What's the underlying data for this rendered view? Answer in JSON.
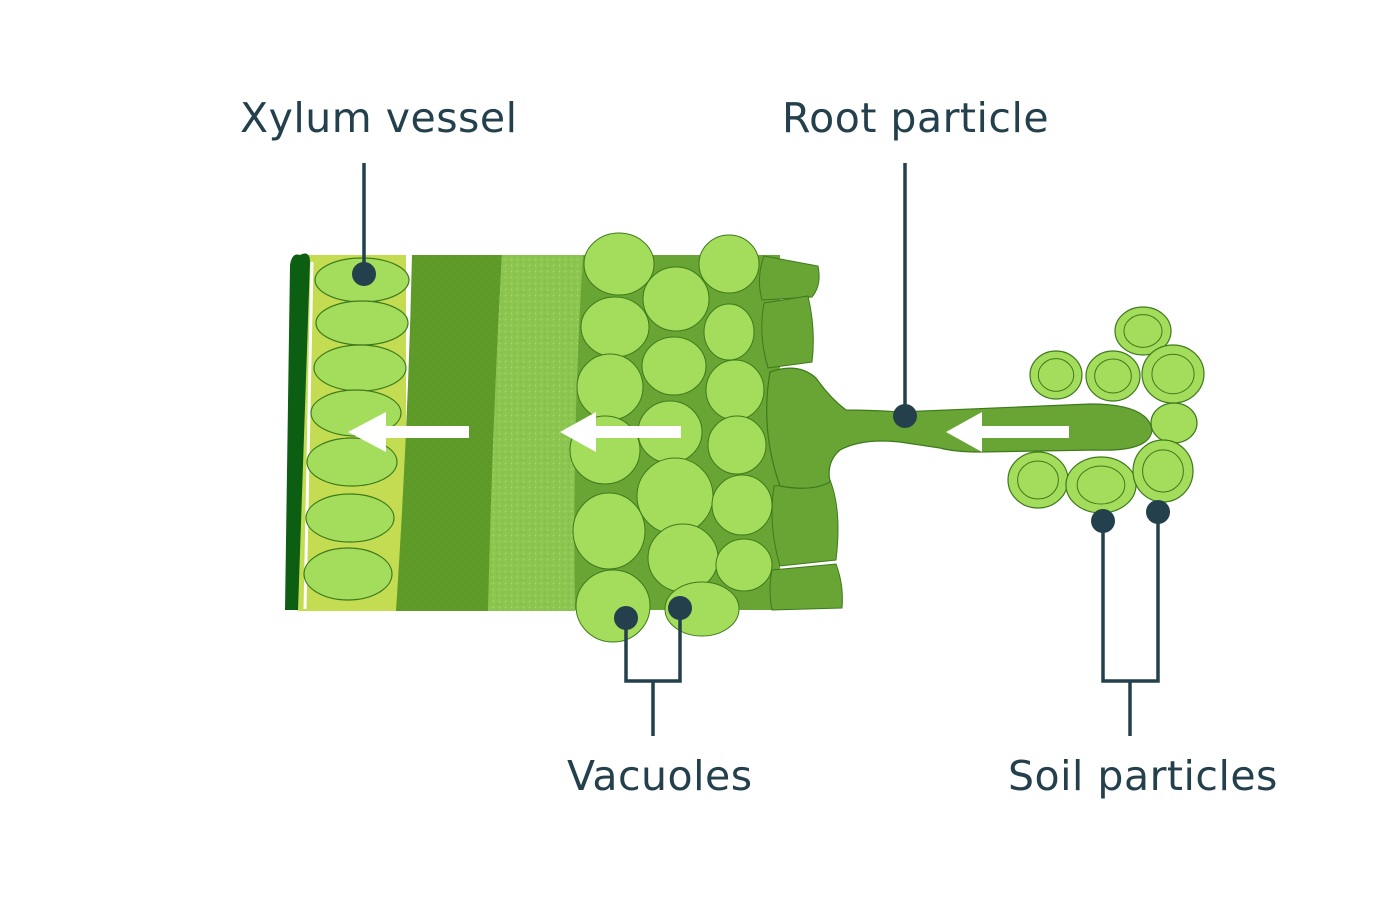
{
  "labels": {
    "xylum_vessel": "Xylum vessel",
    "root_particle": "Root particle",
    "vacuoles": "Vacuoles",
    "soil_particles": "Soil particles"
  },
  "colors": {
    "leader": "#24404d",
    "xylem_wall": "#0b5e12",
    "xylem_fill": "#c3dc52",
    "cell_light": "#a4dc5c",
    "cell_stroke": "#3e7a1c",
    "band_dark": "#5d9a28",
    "band_mid": "#8cc650",
    "cortex": "#68a534",
    "epidermis": "#68a534",
    "arrow": "#ffffff"
  }
}
